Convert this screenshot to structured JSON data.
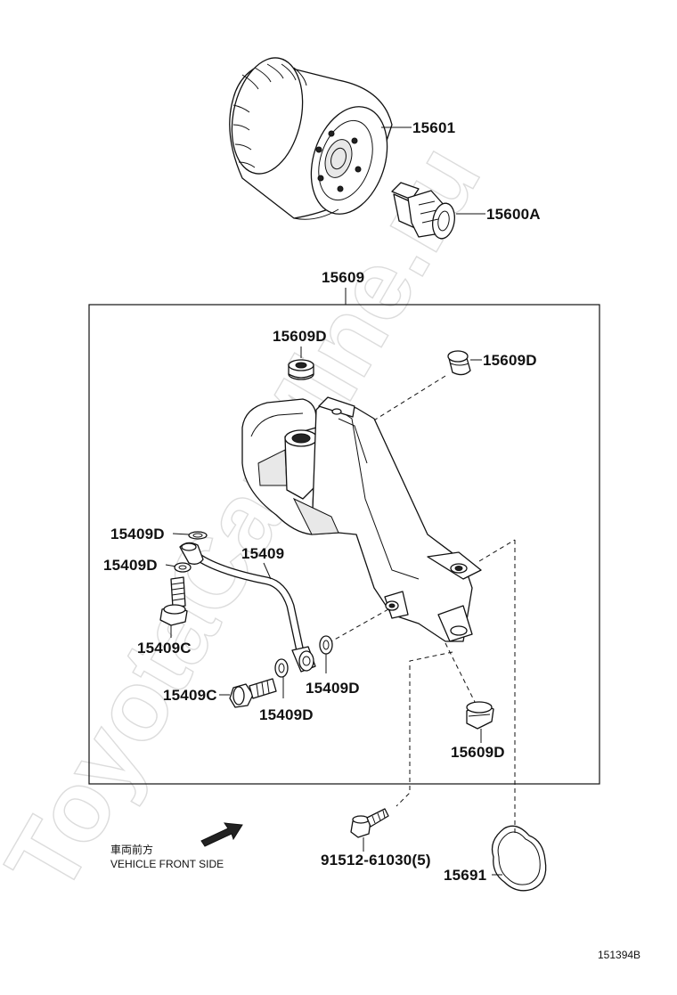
{
  "labels": {
    "oil_filter": "15601",
    "union": "15600A",
    "bracket_assy": "15609",
    "plug_top": "15609D",
    "plug_right": "15609D",
    "plug_bottom": "15609D",
    "gasket_top_1": "15409D",
    "gasket_top_2": "15409D",
    "pipe": "15409",
    "bolt_upper": "15409C",
    "bolt_lower": "15409C",
    "gasket_lower_1": "15409D",
    "gasket_lower_2": "15409D",
    "bolt_mount": "91512-61030(5)",
    "gasket_ring": "15691"
  },
  "direction": {
    "japanese": "車両前方",
    "english": "VEHICLE FRONT SIDE"
  },
  "diagram_id": "151394B",
  "watermark": "ToyotaCarMine.ru"
}
